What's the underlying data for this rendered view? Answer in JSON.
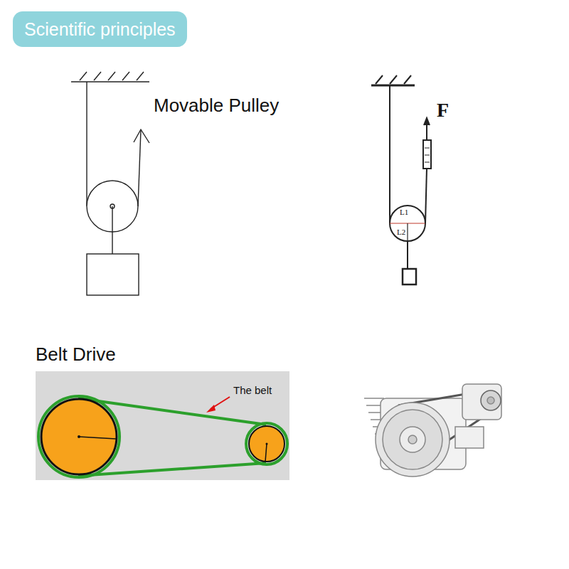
{
  "diagram": {
    "nodes": [
      {
        "text": [
          "Scientific principles"
        ]
      }
    ],
    "labels": [
      "Movable Pulley",
      "F",
      "L1",
      "L2",
      "Belt Drive",
      "The belt"
    ]
  }
}
